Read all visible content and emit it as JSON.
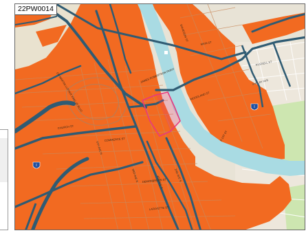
{
  "map": {
    "case_label": "22PW0014",
    "interstate_shield_left": "I",
    "interstate_shield_right": "I",
    "street_labels": [
      "JAMES ROBERTSON PKWY",
      "CHURCH ST",
      "COMMERCE ST",
      "DEMONBREUN ST",
      "LAFAYETTE ST",
      "5TH AVE N",
      "3RD AVE N",
      "4TH AVE S",
      "2ND AVE S",
      "S 1ST ST",
      "WOODLAND ST",
      "MAIN ST",
      "DAVIDSON ST",
      "RUSSELL ST",
      "SHELBY AVE",
      "DR MARTIN LUTHER KING JR BLVD"
    ],
    "colors": {
      "zone_orange": "#f26a21",
      "river": "#a9dbe3",
      "roads": "#2f5b73",
      "site_outline": "#e8397d",
      "park_green": "#cde6b0",
      "base": "#e8e3d6"
    }
  }
}
